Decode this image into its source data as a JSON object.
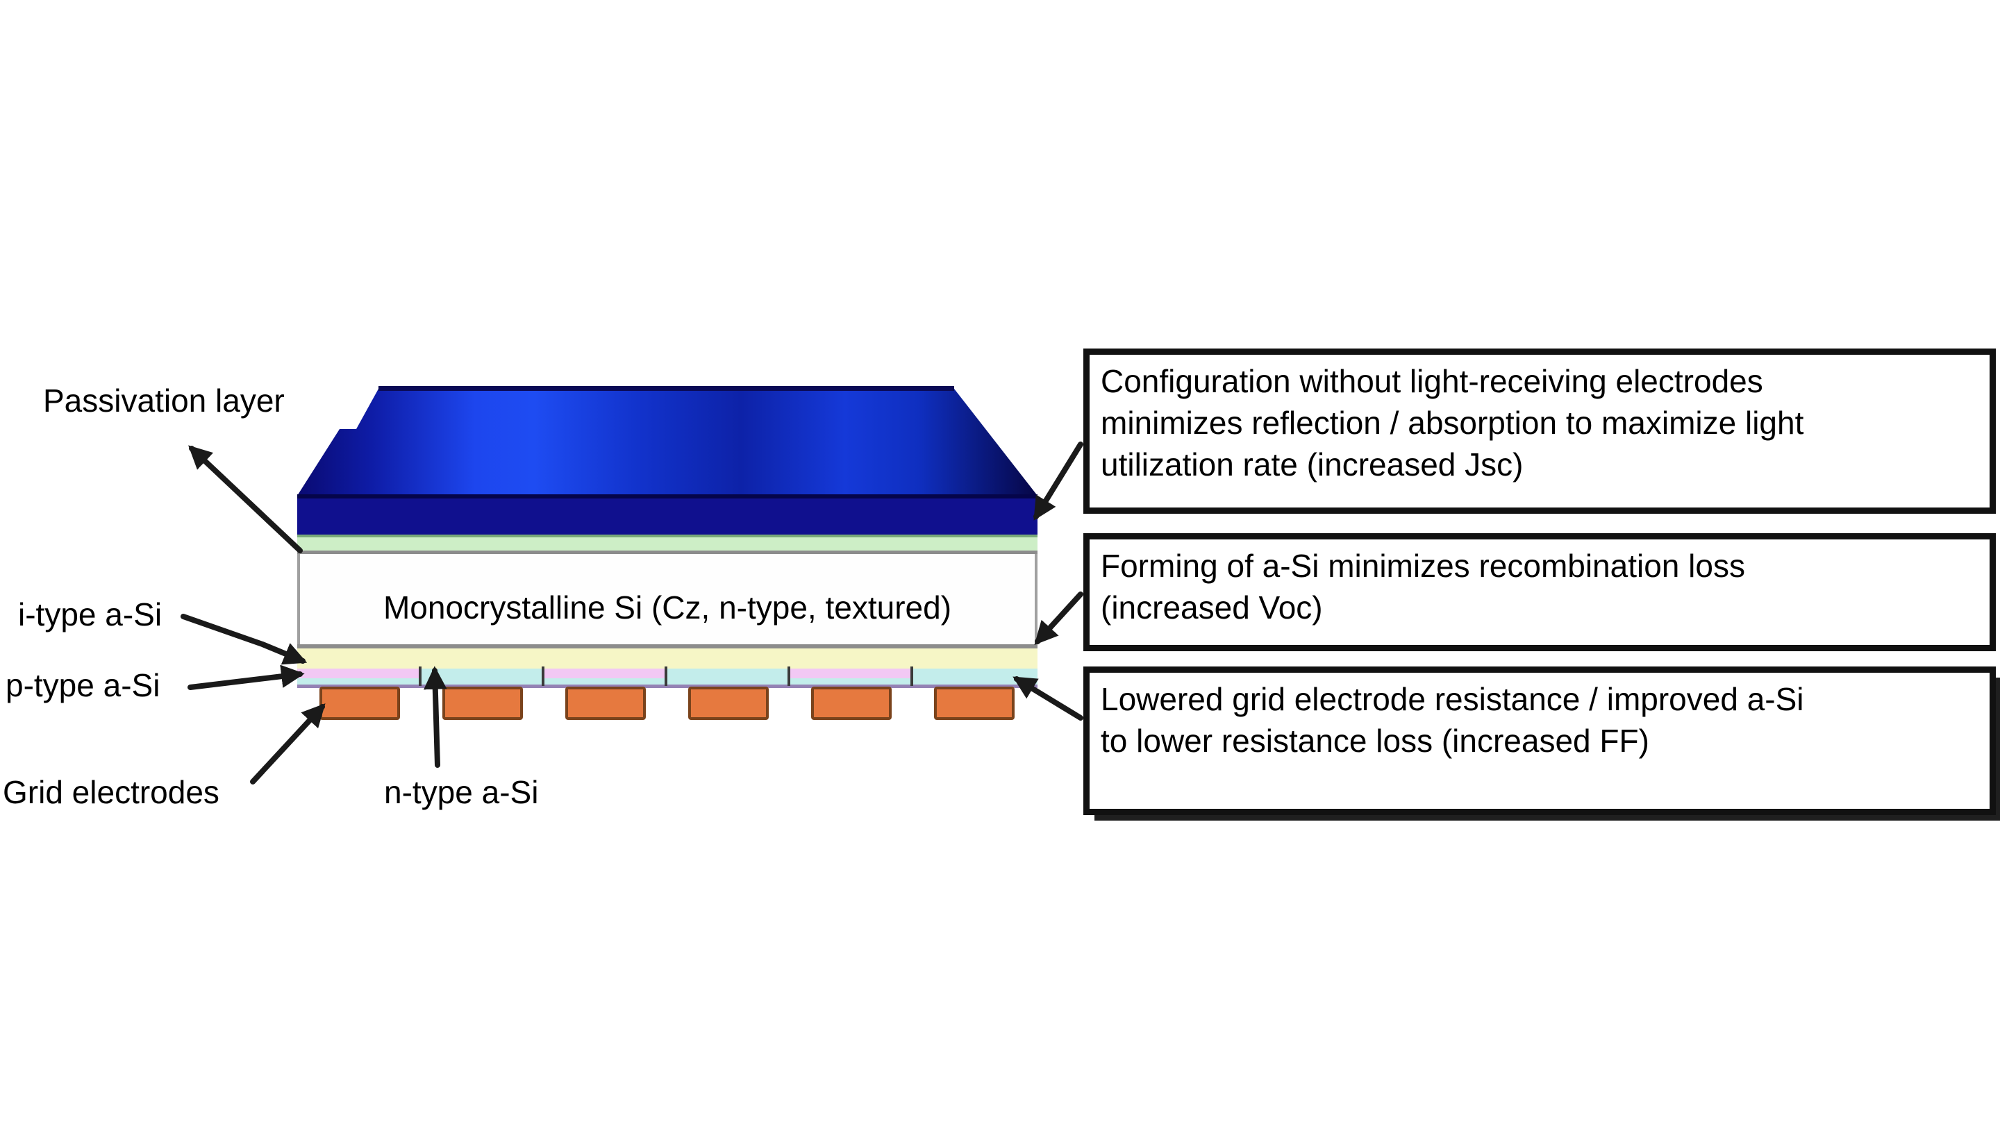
{
  "layer_labels": {
    "passivation": "Passivation layer",
    "i_type": "i-type a-Si",
    "p_type": "p-type a-Si",
    "grid_electrodes": "Grid electrodes",
    "n_type": "n-type a-Si",
    "substrate": "Monocrystalline Si (Cz, n-type, textured)"
  },
  "annotations": [
    {
      "lines": [
        "Configuration without light-receiving electrodes",
        "minimizes reflection / absorption to maximize light",
        "utilization rate (increased Jsc)"
      ]
    },
    {
      "lines": [
        "Forming of a-Si minimizes recombination loss",
        "(increased Voc)"
      ]
    },
    {
      "lines": [
        "Lowered grid electrode resistance / improved a-Si",
        "to lower resistance loss (increased FF)"
      ]
    }
  ],
  "colors": {
    "trap_gradient": [
      "#0a0a72",
      "#0e1ca6",
      "#1d46ee",
      "#1e4cf2",
      "#1233cc",
      "#0d22a8",
      "#1539d8",
      "#0f2fc0",
      "#060646"
    ],
    "trap_top_line": "#0a0a55",
    "navy_band": "#10108e",
    "navy_band_top": "#05054a",
    "passivation_green": "#cdeec6",
    "passivation_green_edge": "#79a879",
    "gray_line": "#8c8c8c",
    "substrate_white": "#fefefe",
    "substrate_side": "#a0a0a0",
    "i_type_yellow": "#f6f6c6",
    "p_type_pink": "#f2c8f4",
    "n_type_cyan": "#c3edeb",
    "segment_divider": "#3a3a3a",
    "segment_underline": "#9482b4",
    "electrode_orange": "#e6793f",
    "electrode_border": "#7a431c",
    "arrow": "#1a1a1a"
  }
}
